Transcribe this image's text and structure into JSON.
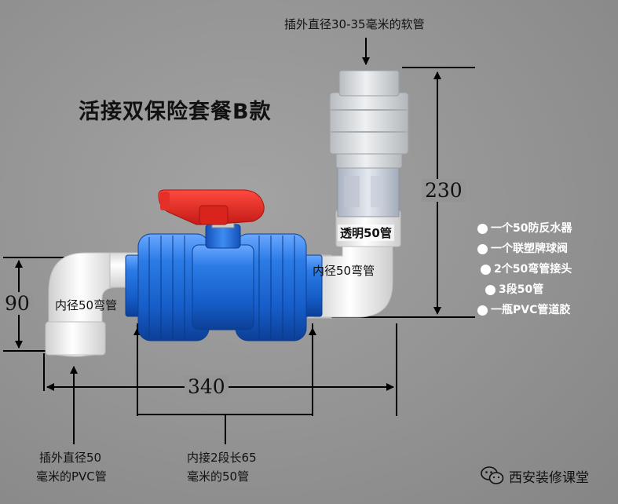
{
  "title": "活接双保险套餐B款",
  "top_note": "插外直径30-35毫米的软管",
  "dimensions": {
    "height_right": "230",
    "height_left": "90",
    "width_bottom": "340"
  },
  "labels": {
    "transparent_pipe": "透明50管",
    "elbow_right": "内径50弯管",
    "elbow_left": "内径50弯管",
    "bottom_left_line1": "插外直径50",
    "bottom_left_line2": "毫米的PVC管",
    "bottom_mid_line1": "内接2段长65",
    "bottom_mid_line2": "毫米的50管"
  },
  "features": [
    "一个50防反水器",
    "一个联塑牌球阀",
    "2个50弯管接头",
    "3段50管",
    "一瓶PVC管道胶"
  ],
  "watermark": {
    "icon": "wechat-icon",
    "text": "西安装修课堂"
  },
  "colors": {
    "valve_blue": "#1f6fd6",
    "handle_red": "#e02a24",
    "pipe_white": "#eeeeee"
  }
}
